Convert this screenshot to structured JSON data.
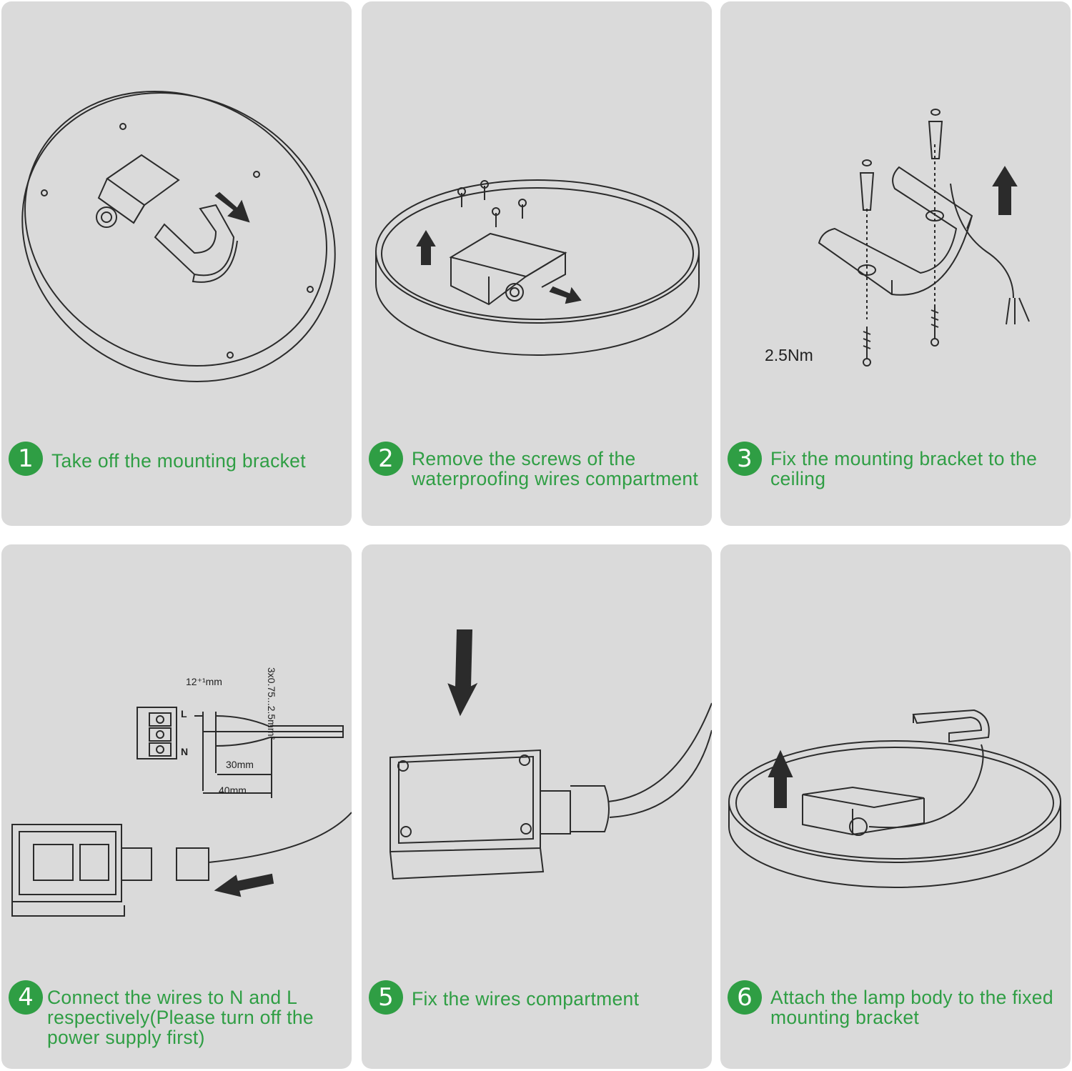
{
  "colors": {
    "panel_bg": "#dadada",
    "accent": "#2f9e44",
    "line": "#2b2b2b"
  },
  "steps": [
    {
      "number": "1",
      "text": "Take off the mounting bracket"
    },
    {
      "number": "2",
      "text": "Remove the screws of the waterproofing wires compartment"
    },
    {
      "number": "3",
      "text": "Fix the mounting bracket to the ceiling"
    },
    {
      "number": "4",
      "text": "Connect the wires to N and L respectively(Please turn off the power supply first)"
    },
    {
      "number": "5",
      "text": "Fix the wires compartment"
    },
    {
      "number": "6",
      "text": "Attach the lamp body to the fixed mounting bracket"
    }
  ],
  "annotations": {
    "torque": "2.5Nm",
    "strip_length": "12⁺¹mm",
    "length_30": "30mm",
    "length_40": "40mm",
    "wire_spec": "3x0.75...2.5mm²",
    "terminal_L": "L",
    "terminal_N": "N"
  }
}
